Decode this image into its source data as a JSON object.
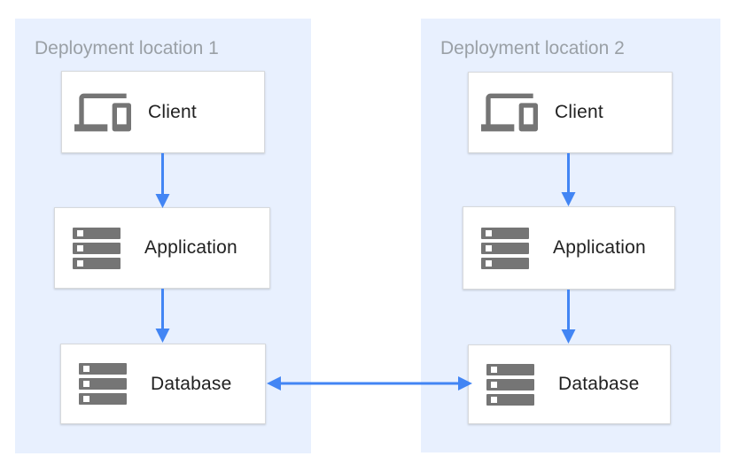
{
  "diagram": {
    "panels": [
      {
        "title": "Deployment location 1",
        "nodes": [
          {
            "label": "Client",
            "icon": "devices-icon"
          },
          {
            "label": "Application",
            "icon": "server-stack-icon"
          },
          {
            "label": "Database",
            "icon": "server-stack-icon"
          }
        ]
      },
      {
        "title": "Deployment location 2",
        "nodes": [
          {
            "label": "Client",
            "icon": "devices-icon"
          },
          {
            "label": "Application",
            "icon": "server-stack-icon"
          },
          {
            "label": "Database",
            "icon": "server-stack-icon"
          }
        ]
      }
    ],
    "connections": [
      {
        "from": "client-1",
        "to": "application-1",
        "direction": "down"
      },
      {
        "from": "application-1",
        "to": "database-1",
        "direction": "down"
      },
      {
        "from": "client-2",
        "to": "application-2",
        "direction": "down"
      },
      {
        "from": "application-2",
        "to": "database-2",
        "direction": "down"
      },
      {
        "from": "database-1",
        "to": "database-2",
        "direction": "bidirectional"
      }
    ],
    "colors": {
      "panel_background": "#E8F0FE",
      "arrow": "#4285F4",
      "icon_gray": "#757575",
      "title_text": "#9AA0A6",
      "label_text": "#212121",
      "box_border": "#D7D9DC"
    }
  }
}
